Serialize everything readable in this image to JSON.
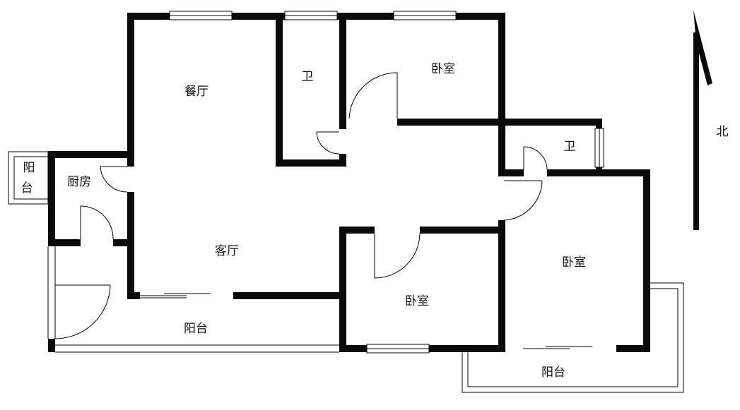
{
  "colors": {
    "wall": "#0a0a0a",
    "thin_line": "#000000",
    "background": "#ffffff"
  },
  "rooms": {
    "dining_room": "餐厅",
    "bathroom_1": "卫",
    "bedroom_north": "卧室",
    "bathroom_2": "卫",
    "kitchen": "厨房",
    "living_room": "客厅",
    "bedroom_east": "卧室",
    "bedroom_south": "卧室",
    "balcony_small_line1": "阳",
    "balcony_small_line2": "台",
    "balcony_south": "阳台",
    "balcony_southeast": "阳台"
  },
  "compass": {
    "north_label": "北",
    "icon": "north-arrow-icon"
  }
}
